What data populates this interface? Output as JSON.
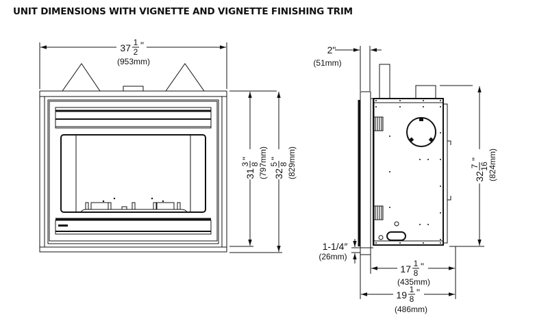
{
  "title": "UNIT DIMENSIONS WITH VIGNETTE AND VIGNETTE FINISHING TRIM",
  "front_view": {
    "width": {
      "whole": "37",
      "num": "1",
      "den": "2",
      "unit": "\"",
      "metric": "(953mm)"
    },
    "inner_height": {
      "whole": "31",
      "num": "3",
      "den": "8",
      "unit": "\"",
      "metric": "(797mm)"
    },
    "outer_height": {
      "whole": "32",
      "num": "5",
      "den": "8",
      "unit": "\"",
      "metric": "(829mm)"
    }
  },
  "side_view": {
    "trim_offset": {
      "value": "2\"",
      "metric": "(51mm)"
    },
    "height": {
      "whole": "32",
      "num": "7",
      "den": "16",
      "unit": "\"",
      "metric": "(824mm)"
    },
    "bottom_offset": {
      "value": "1-1/4″",
      "metric": "(26mm)"
    },
    "depth_body": {
      "whole": "17",
      "num": "1",
      "den": "8",
      "unit": "\"",
      "metric": "(435mm)"
    },
    "depth_total": {
      "whole": "19",
      "num": "1",
      "den": "8",
      "unit": "\"",
      "metric": "(486mm)"
    }
  }
}
